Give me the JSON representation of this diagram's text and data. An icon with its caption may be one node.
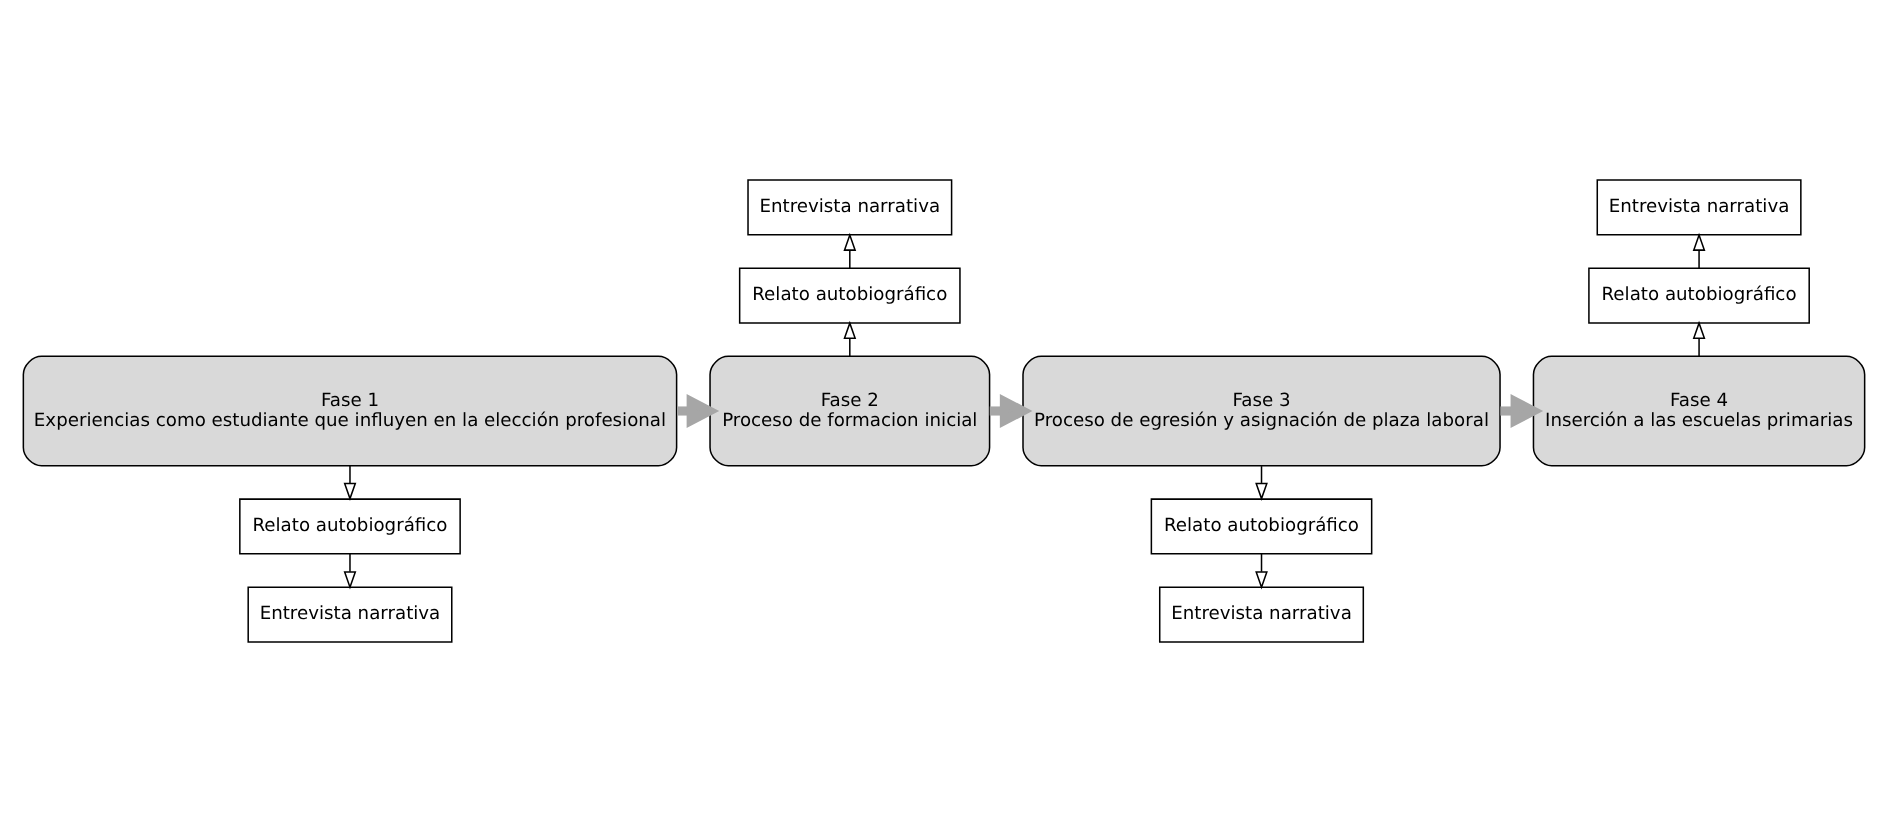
{
  "diagram": {
    "nodes": [
      {
        "text": [
          "Fase 1",
          "Experiencias como estudiante que influyen en la elección profesional"
        ]
      },
      {
        "text": [
          "Relato autobiográfico"
        ]
      },
      {
        "text": [
          "Entrevista narrativa"
        ]
      },
      {
        "text": [
          "Fase 2",
          "Proceso de formacion inicial"
        ]
      },
      {
        "text": [
          "Relato autobiográfico"
        ]
      },
      {
        "text": [
          "Entrevista narrativa"
        ]
      },
      {
        "text": [
          "Fase 3",
          "Proceso de egresión y asignación de plaza laboral"
        ]
      },
      {
        "text": [
          "Relato autobiográfico"
        ]
      },
      {
        "text": [
          "Entrevista narrativa"
        ]
      },
      {
        "text": [
          "Fase 4",
          "Inserción a las escuelas primarias"
        ]
      },
      {
        "text": [
          "Relato autobiográfico"
        ]
      },
      {
        "text": [
          "Entrevista narrativa"
        ]
      }
    ],
    "edges": [
      {
        "from": 0,
        "to": 1,
        "arrow": "to"
      },
      {
        "from": 1,
        "to": 2,
        "arrow": "to"
      },
      {
        "from": 3,
        "to": 4,
        "arrow": "to"
      },
      {
        "from": 4,
        "to": 5,
        "arrow": "to"
      },
      {
        "from": 6,
        "to": 7,
        "arrow": "to"
      },
      {
        "from": 7,
        "to": 8,
        "arrow": "to"
      },
      {
        "from": 9,
        "to": 10,
        "arrow": "to"
      },
      {
        "from": 10,
        "to": 11,
        "arrow": "to"
      },
      {
        "from": 0,
        "to": 3,
        "arrow": "to",
        "style": "thick",
        "color": "#a6a6a6"
      },
      {
        "from": 3,
        "to": 6,
        "arrow": "to",
        "style": "thick",
        "color": "#a6a6a6"
      },
      {
        "from": 6,
        "to": 9,
        "arrow": "to",
        "style": "thick",
        "color": "#a6a6a6"
      }
    ]
  }
}
